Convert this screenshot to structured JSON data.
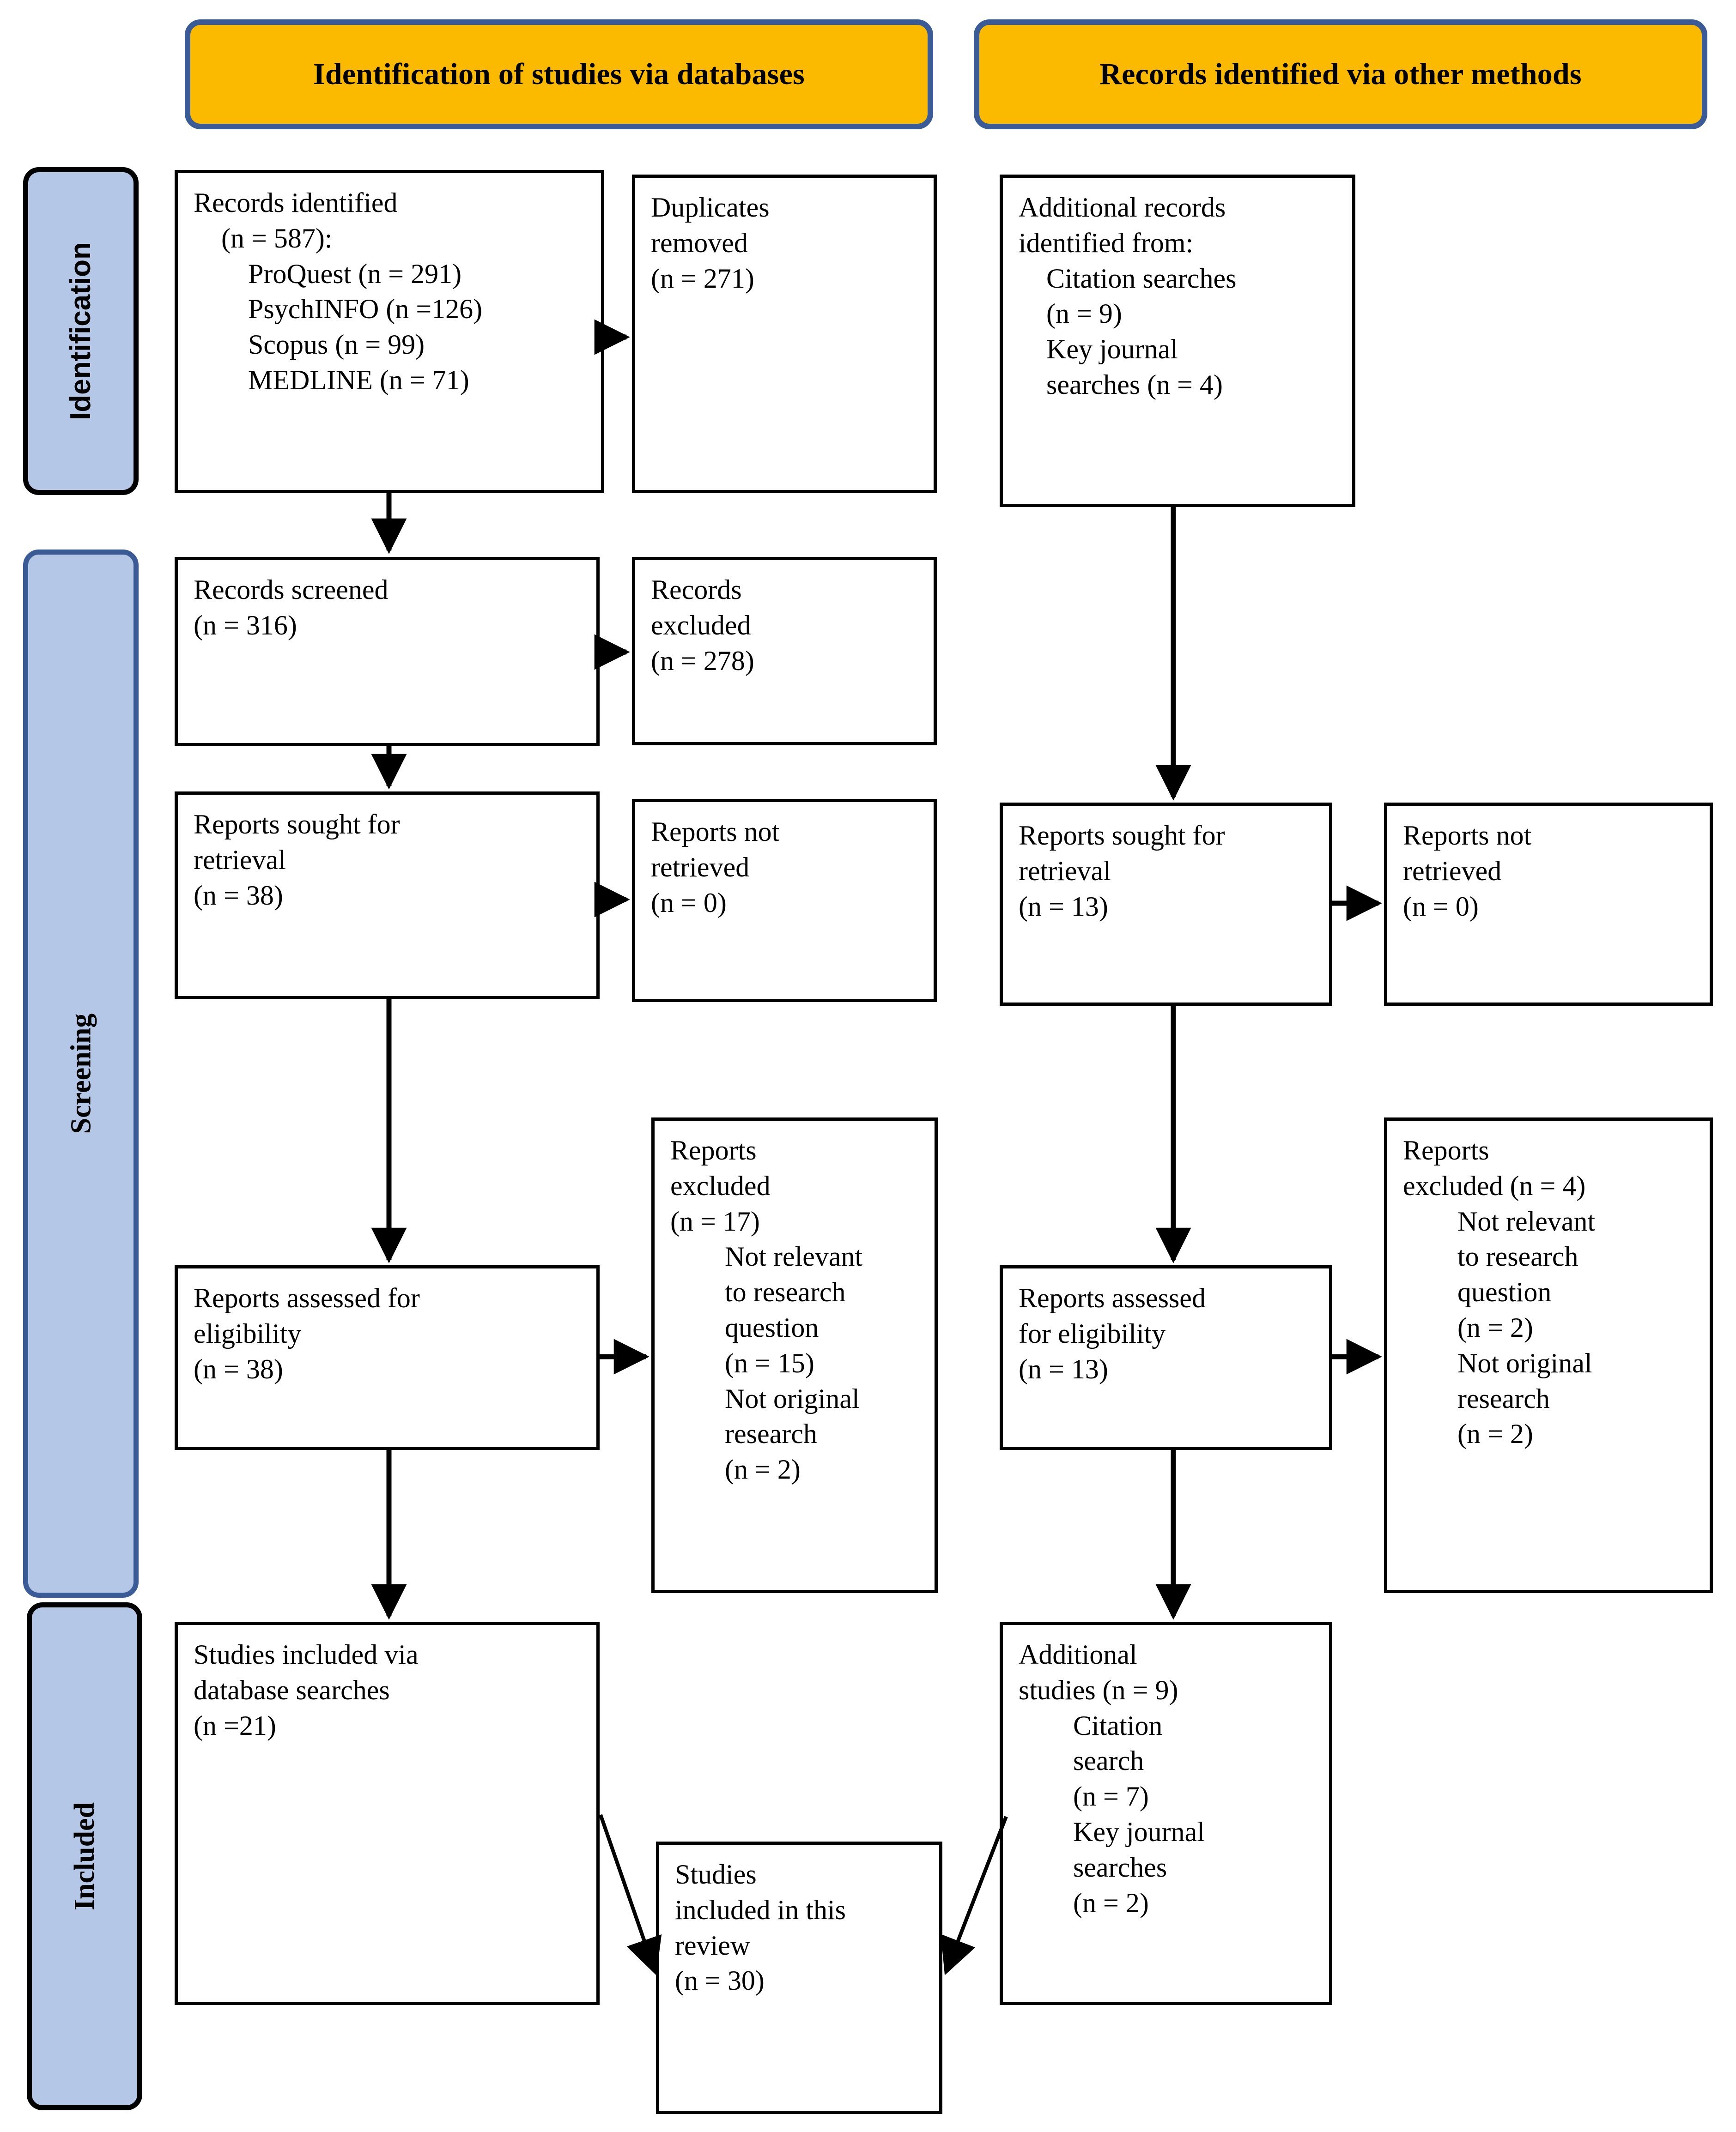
{
  "banners": {
    "left": "Identification of studies via databases",
    "right": "Records identified via other methods"
  },
  "stages": [
    {
      "label": "Identification"
    },
    {
      "label": "Screening"
    },
    {
      "label": "Included"
    }
  ],
  "colors": {
    "banner_fill": "#FBBA00",
    "banner_border": "#3A5B96",
    "stage_fill": "#B4C7E7",
    "stage_border_black": "#000000",
    "stage_border_blue": "#3A5B96",
    "box_border": "#000000",
    "page_background": "#FFFFFF"
  },
  "boxes": {
    "records_identified": {
      "line1": "Records identified",
      "line2": "(n = 587):",
      "line3": "ProQuest (n = 291)",
      "line4": "PsychINFO (n =126)",
      "line5": "Scopus (n = 99)",
      "line6": "MEDLINE (n = 71)"
    },
    "duplicates_removed": {
      "line1": "Duplicates",
      "line2": "removed",
      "line3": "(n = 271)"
    },
    "additional_records": {
      "line1": "Additional records",
      "line2": "identified from:",
      "line3": "Citation searches",
      "line4": "(n = 9)",
      "line5": "Key journal",
      "line6": "searches    (n = 4)"
    },
    "records_screened": {
      "line1": "Records screened",
      "line2": "(n = 316)"
    },
    "records_excluded": {
      "line1": "Records",
      "line2": "excluded",
      "line3": "(n = 278)"
    },
    "reports_sought_left": {
      "line1": "Reports sought for",
      "line2": "retrieval",
      "line3": "(n = 38)"
    },
    "reports_not_retrieved_left": {
      "line1": "Reports not",
      "line2": "retrieved",
      "line3": "(n = 0)"
    },
    "reports_sought_right": {
      "line1": "Reports sought for",
      "line2": "retrieval",
      "line3": "(n = 13)"
    },
    "reports_not_retrieved_right": {
      "line1": "Reports not",
      "line2": "retrieved",
      "line3": "(n = 0)"
    },
    "reports_assessed_left": {
      "line1": "Reports assessed for",
      "line2": "eligibility",
      "line3": "(n = 38)"
    },
    "reports_excluded_left": {
      "line1": "Reports",
      "line2": "excluded",
      "line3": "(n = 17)",
      "line4": "Not relevant",
      "line5": "to research",
      "line6": "question",
      "line7": "(n = 15)",
      "line8": "Not original",
      "line9": "research",
      "line10": "(n = 2)"
    },
    "reports_assessed_right": {
      "line1": "Reports assessed",
      "line2": "for eligibility",
      "line3": "(n = 13)"
    },
    "reports_excluded_right": {
      "line1": "Reports",
      "line2": "excluded (n = 4)",
      "line3": "Not relevant",
      "line4": "to research",
      "line5": "question",
      "line6": "(n = 2)",
      "line7": "Not original",
      "line8": "research",
      "line9": "(n = 2)"
    },
    "studies_included_db": {
      "line1": "Studies included via",
      "line2": "database searches",
      "line3": "(n =21)"
    },
    "additional_studies": {
      "line1": "Additional",
      "line2": "studies (n = 9)",
      "line3": "Citation",
      "line4": "search",
      "line5": "(n = 7)",
      "line6": "Key journal",
      "line7": "searches",
      "line8": "(n = 2)"
    },
    "studies_in_review": {
      "line1": "Studies",
      "line2": "included in this",
      "line3": "review",
      "line4": "(n = 30)"
    }
  },
  "flow": {
    "type": "prisma-flow-diagram",
    "counts": {
      "records_identified_total": 587,
      "proquest": 291,
      "psychinfo": 126,
      "scopus": 99,
      "medline": 71,
      "duplicates_removed": 271,
      "records_screened": 316,
      "records_excluded": 278,
      "reports_sought_db": 38,
      "reports_not_retrieved_db": 0,
      "reports_assessed_db": 38,
      "reports_excluded_db": 17,
      "excluded_db_not_relevant": 15,
      "excluded_db_not_original": 2,
      "studies_included_db": 21,
      "additional_citation_searches": 9,
      "additional_key_journal_searches": 4,
      "reports_sought_other": 13,
      "reports_not_retrieved_other": 0,
      "reports_assessed_other": 13,
      "reports_excluded_other": 4,
      "excluded_other_not_relevant": 2,
      "excluded_other_not_original": 2,
      "additional_studies_total": 9,
      "additional_citation_search_included": 7,
      "additional_key_journal_included": 2,
      "studies_in_review_total": 30
    }
  }
}
